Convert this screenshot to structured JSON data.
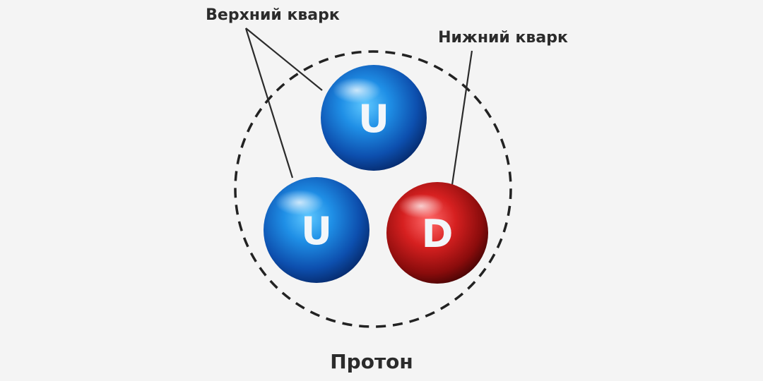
{
  "labels": {
    "up_quark": "Верхний кварк",
    "down_quark": "Нижний кварк",
    "particle": "Протон"
  },
  "quarks": [
    {
      "id": "top",
      "letter": "U",
      "flavor": "up"
    },
    {
      "id": "bottom-left",
      "letter": "U",
      "flavor": "up"
    },
    {
      "id": "bottom-right",
      "letter": "D",
      "flavor": "down"
    }
  ],
  "colors": {
    "background": "#f4f4f4",
    "up_quark": "#1a6fd0",
    "down_quark": "#c81c1c",
    "text": "#2b2b2b",
    "boundary": "#222222"
  }
}
